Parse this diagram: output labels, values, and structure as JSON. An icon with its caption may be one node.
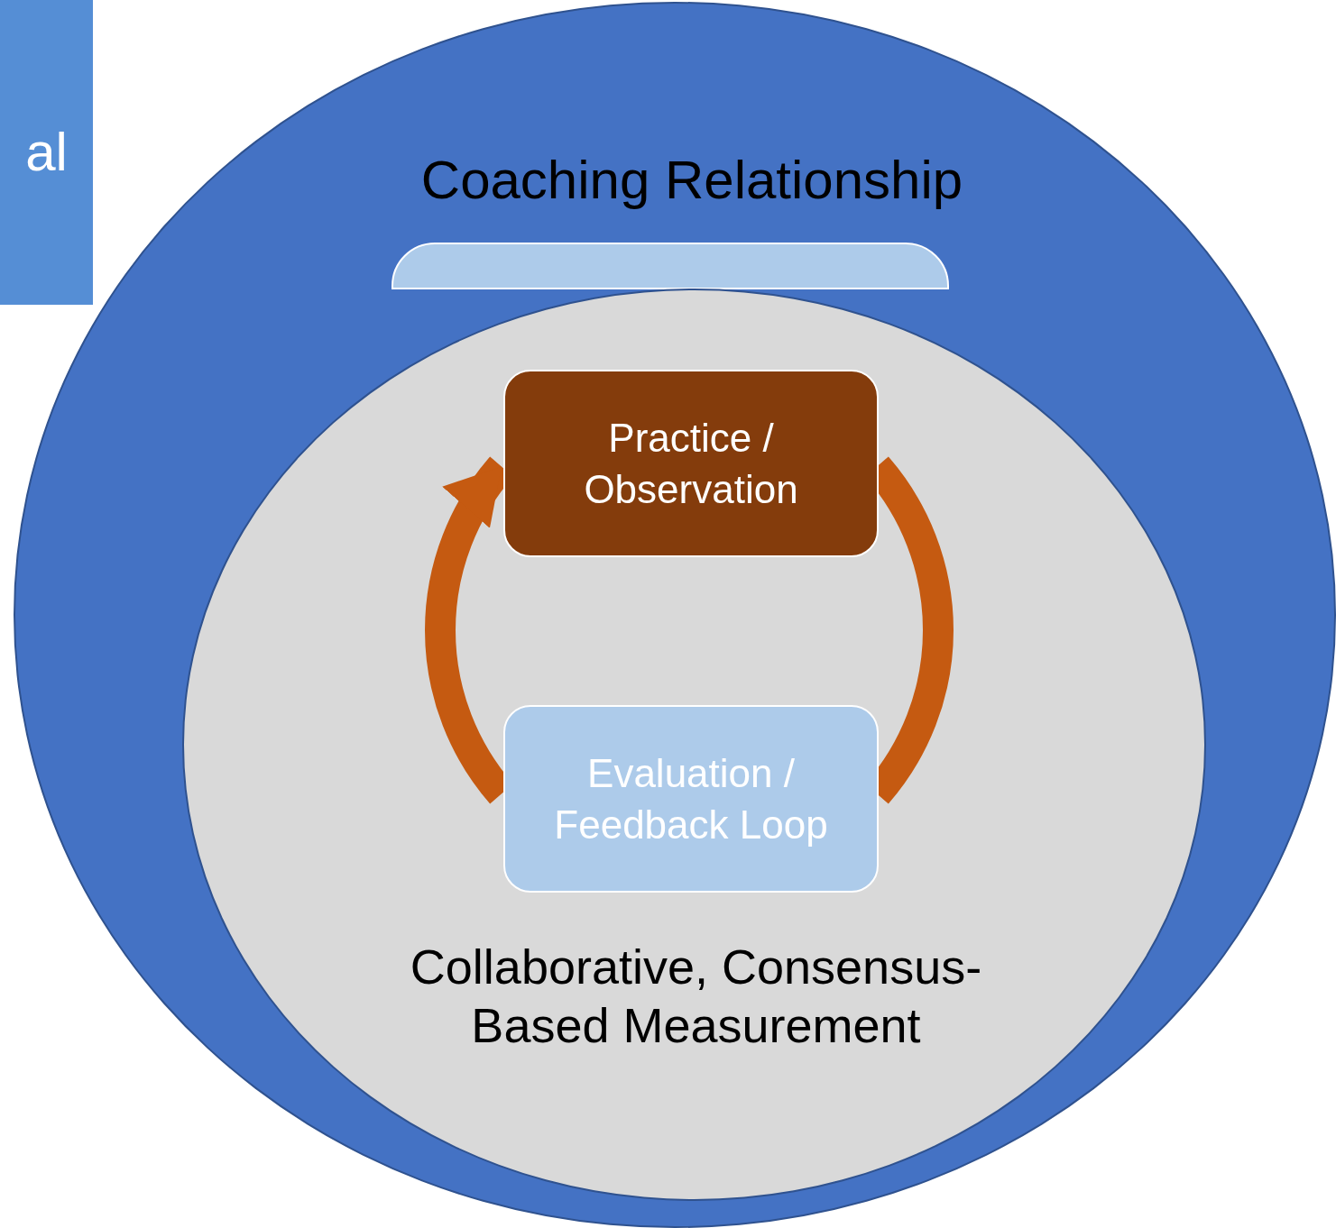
{
  "diagram": {
    "nodes": [
      {
        "text": [
          "Coaching Relationship"
        ]
      },
      {
        "text": [
          "Collaborative, Consensus-Based Measurement"
        ],
        "in": 0
      },
      {
        "text": [],
        "shape": "box",
        "in": 0
      },
      {
        "text": [
          "Practice / Observation"
        ],
        "in": 1
      },
      {
        "text": [
          "Evaluation / Feedback Loop"
        ],
        "in": 1
      },
      {
        "text": [
          "al"
        ]
      }
    ],
    "edges": [
      {
        "from": 3,
        "to": 4,
        "arrow": "none"
      },
      {
        "from": 4,
        "to": 3,
        "arrow": "to"
      }
    ]
  }
}
